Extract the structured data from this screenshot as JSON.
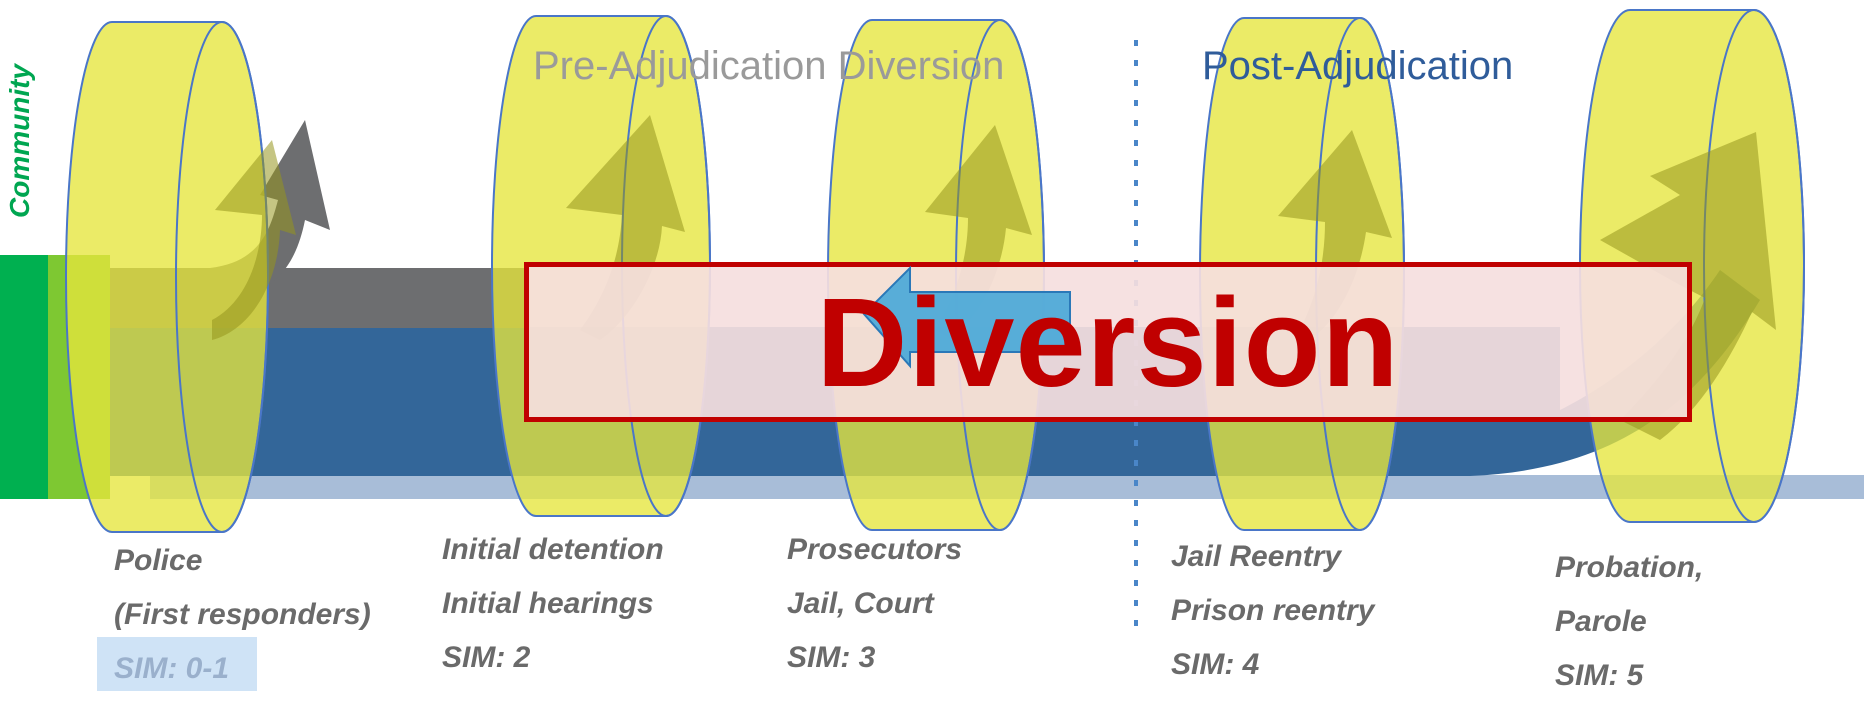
{
  "headers": {
    "pre": "Pre-Adjudication Diversion",
    "post": "Post-Adjudication"
  },
  "community_label": "Community",
  "center_label": "Diversion",
  "stages": [
    {
      "line1": "Police",
      "line2": "(First responders)",
      "sim": "SIM: 0-1"
    },
    {
      "line1": "Initial detention",
      "line2": "Initial hearings",
      "sim": "SIM: 2"
    },
    {
      "line1": "Prosecutors",
      "line2": "Jail, Court",
      "sim": "SIM: 3"
    },
    {
      "line1": "Jail Reentry",
      "line2": "Prison reentry",
      "sim": "SIM: 4"
    },
    {
      "line1": "Probation,",
      "line2": "Parole",
      "sim": "SIM: 5"
    }
  ],
  "colors": {
    "community_green": "#00b050",
    "bright_green": "#7ec832",
    "flow_blue": "#336699",
    "gray_path": "#6d6e70",
    "light_line": "#a8bdd8",
    "cylinder_fill": "#e6e64a",
    "cylinder_stroke": "#4a76c8",
    "diversion_red": "#c00000",
    "arrow_blue": "#4aa8d8",
    "divider": "#4a86c8",
    "pre_header": "#9a9a9a",
    "post_header": "#2f5c9a"
  }
}
